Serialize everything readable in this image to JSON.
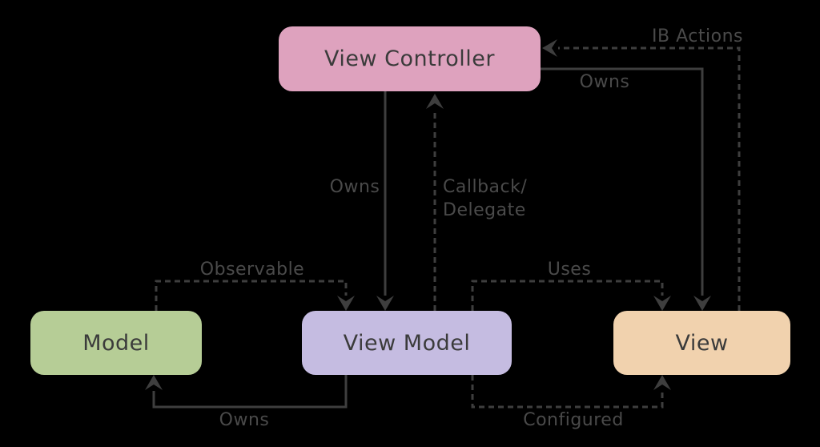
{
  "diagram": {
    "background_color": "#000000",
    "line_color": "#3e3e3e",
    "edge_label_color": "#4a4a4a",
    "node_text_color": "#3b3b3b",
    "nodes": [
      {
        "id": "view-controller",
        "label": "View Controller",
        "fill": "#dea2be"
      },
      {
        "id": "model",
        "label": "Model",
        "fill": "#b6cd96"
      },
      {
        "id": "view-model",
        "label": "View Model",
        "fill": "#c5bce1"
      },
      {
        "id": "view",
        "label": "View",
        "fill": "#f1d2ae"
      }
    ],
    "edges": [
      {
        "label": "Owns",
        "from": "view-controller",
        "to": "view-model",
        "style": "solid"
      },
      {
        "label": "Callback/\nDelegate",
        "from": "view-model",
        "to": "view-controller",
        "style": "dashed"
      },
      {
        "label": "Observable",
        "from": "model",
        "to": "view-model",
        "style": "dashed"
      },
      {
        "label": "Uses",
        "from": "view-model",
        "to": "view",
        "style": "dashed"
      },
      {
        "label": "Owns",
        "from": "view-controller",
        "to": "view",
        "style": "solid"
      },
      {
        "label": "IB Actions",
        "from": "view",
        "to": "view-controller",
        "style": "dashed"
      },
      {
        "label": "Owns",
        "from": "view-model",
        "to": "model",
        "style": "solid"
      },
      {
        "label": "Configured",
        "from": "view-model",
        "to": "view",
        "style": "dashed"
      }
    ]
  }
}
